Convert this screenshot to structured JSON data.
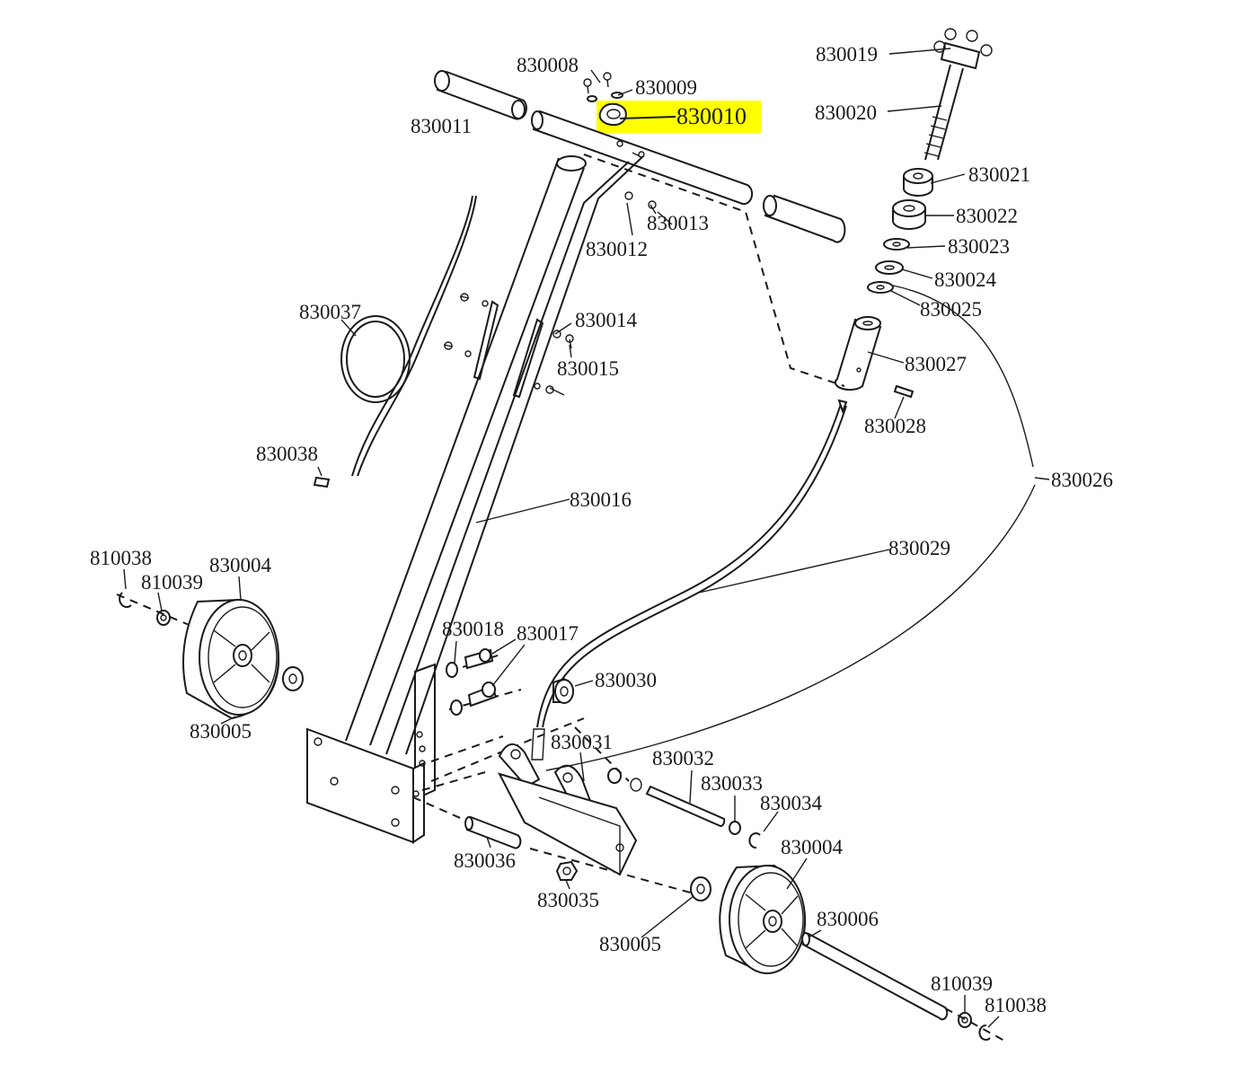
{
  "highlight_color": "#ffff00",
  "line_color": "#1a1a1a",
  "highlighted_part": "830010",
  "labels": {
    "p830008": "830008",
    "p830009": "830009",
    "p830010": "830010",
    "p830011": "830011",
    "p830012": "830012",
    "p830013": "830013",
    "p830014": "830014",
    "p830015": "830015",
    "p830016": "830016",
    "p830017": "830017",
    "p830018": "830018",
    "p830019": "830019",
    "p830020": "830020",
    "p830021": "830021",
    "p830022": "830022",
    "p830023": "830023",
    "p830024": "830024",
    "p830025": "830025",
    "p830026": "830026",
    "p830027": "830027",
    "p830028": "830028",
    "p830029": "830029",
    "p830030": "830030",
    "p830031": "830031",
    "p830032": "830032",
    "p830033": "830033",
    "p830034": "830034",
    "p830036": "830036",
    "p830035": "830035",
    "p830037": "830037",
    "p830038": "830038",
    "p830004_left": "830004",
    "p830004_right": "830004",
    "p830005_left": "830005",
    "p830005_right": "830005",
    "p830006": "830006",
    "p810038_left": "810038",
    "p810038_right": "810038",
    "p810039_left": "810039",
    "p810039_right": "810039"
  }
}
